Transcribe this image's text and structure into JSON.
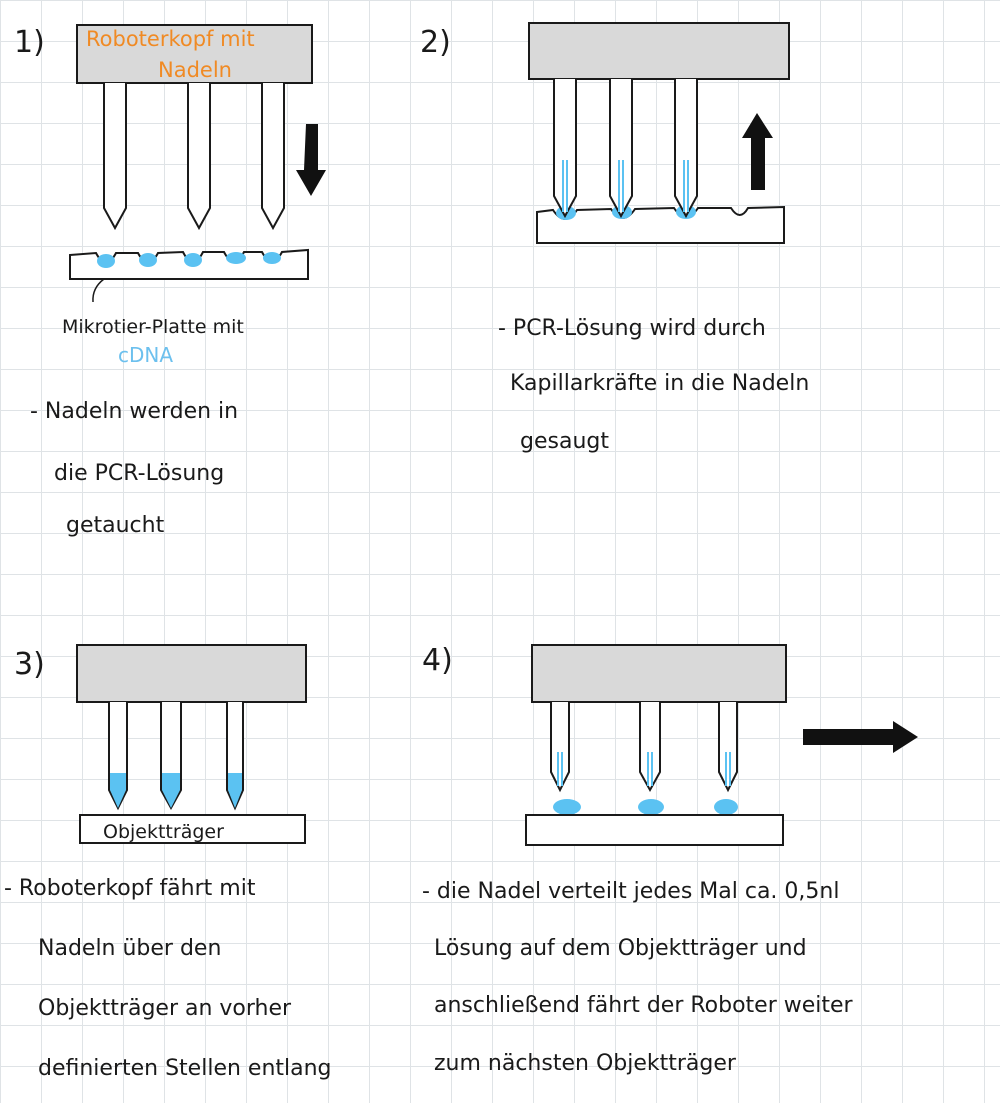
{
  "steps": [
    {
      "number": "1)",
      "head_label_line1": "Roboterkopf mit",
      "head_label_line2": "Nadeln",
      "plate_label": "Mikrotier-Platte mit",
      "plate_label_cdna": "cDNA",
      "text": [
        "- Nadeln werden in",
        "die PCR-Lösung",
        "getaucht"
      ]
    },
    {
      "number": "2)",
      "text": [
        "- PCR-Lösung wird durch",
        "Kapillarkräfte in die Nadeln",
        "gesaugt"
      ]
    },
    {
      "number": "3)",
      "slide_label": "Objektträger",
      "text": [
        "- Roboterkopf fährt mit",
        "Nadeln über den",
        "Objektträger an vorher",
        "definierten Stellen entlang"
      ]
    },
    {
      "number": "4)",
      "text": [
        "- die Nadel verteilt jedes Mal ca. 0,5nl",
        "Lösung auf dem Objektträger und",
        "anschließend fährt der Roboter weiter",
        "zum nächsten Objektträger"
      ]
    }
  ],
  "colors": {
    "liquid": "#5bc2f2",
    "head": "#d9d9d9",
    "label": "#f08a24"
  }
}
